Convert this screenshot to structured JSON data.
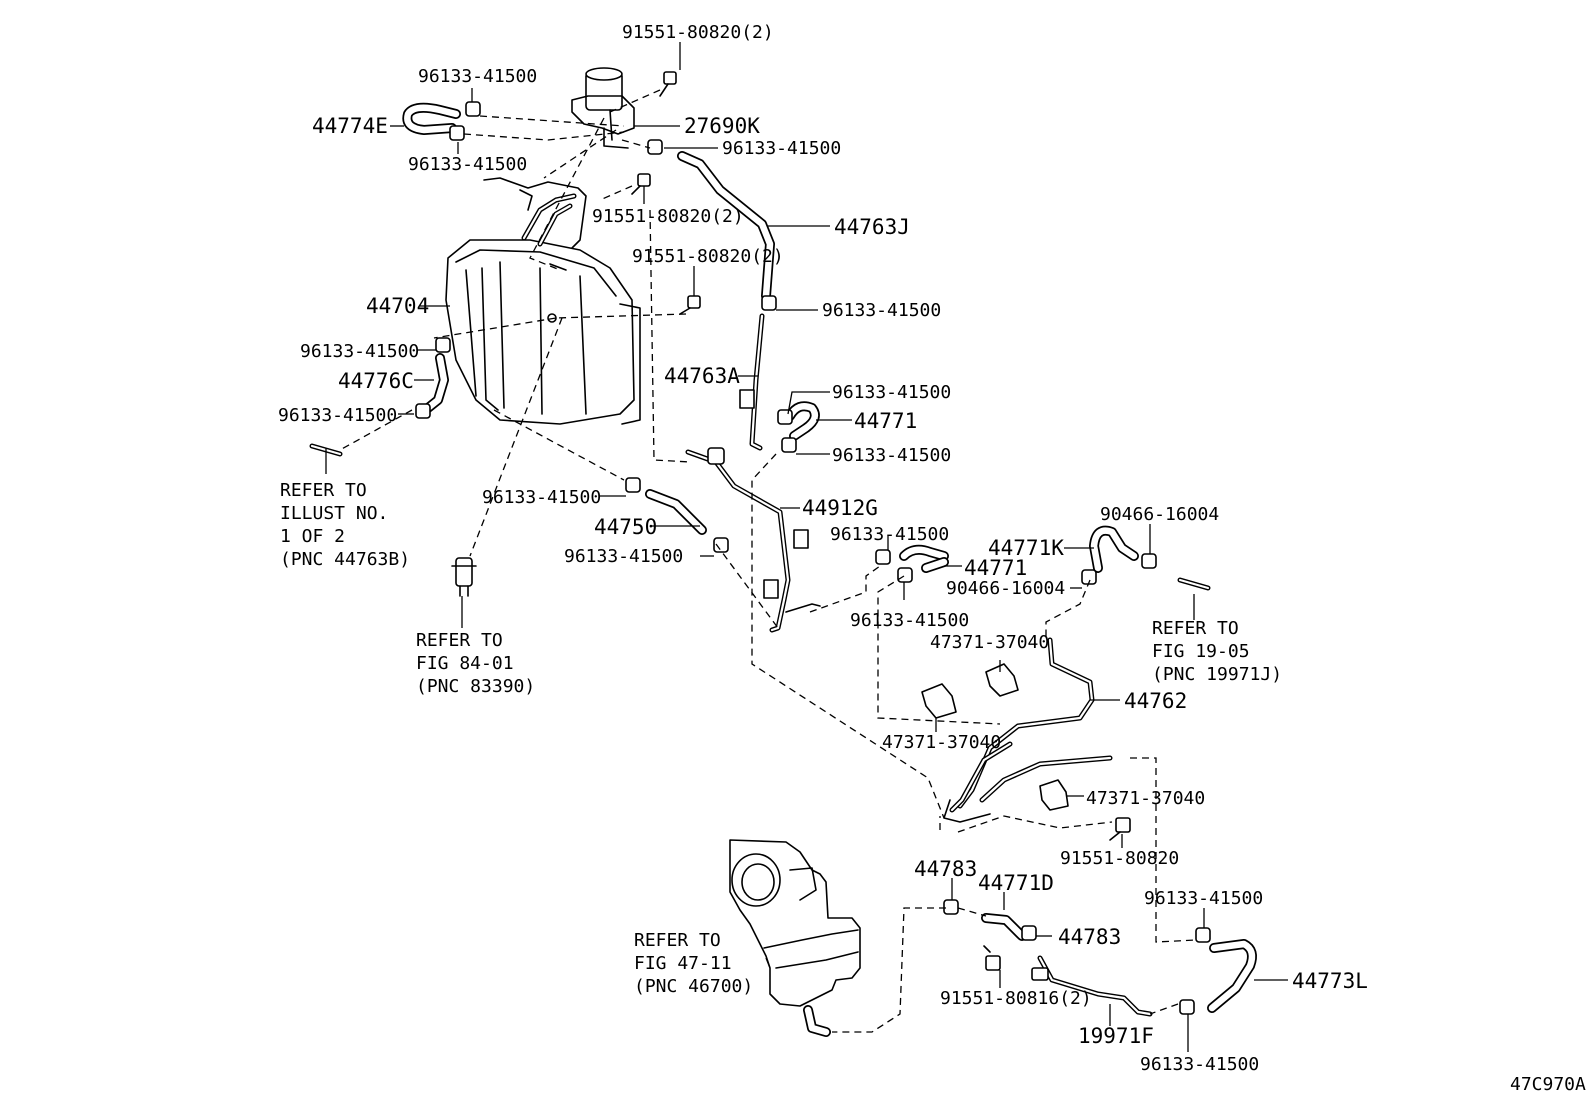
{
  "labels": {
    "l_9155180820_top": "91551-80820(2)",
    "l_96133_a": "96133-41500",
    "l_44774E": "44774E",
    "l_96133_b": "96133-41500",
    "l_27690K": "27690K",
    "l_96133_c": "96133-41500",
    "l_9155180820_mid": "91551-80820(2)",
    "l_44763J": "44763J",
    "l_9155180820_3": "91551-80820(2)",
    "l_44704": "44704",
    "l_96133_d": "96133-41500",
    "l_96133_e": "96133-41500",
    "l_44776C": "44776C",
    "l_96133_f": "96133-41500",
    "l_44763A": "44763A",
    "l_96133_g": "96133-41500",
    "l_44771_a": "44771",
    "l_96133_h": "96133-41500",
    "l_96133_i": "96133-41500",
    "l_44912G": "44912G",
    "l_44750": "44750",
    "l_96133_j": "96133-41500",
    "l_96133_k": "96133-41500",
    "l_44771K": "44771K",
    "l_90466_a": "90466-16004",
    "l_44771_b": "44771",
    "l_90466_b": "90466-16004",
    "l_96133_l": "96133-41500",
    "l_47371_a": "47371-37040",
    "l_44762": "44762",
    "l_47371_b": "47371-37040",
    "l_47371_c": "47371-37040",
    "l_9155180820_single": "91551-80820",
    "l_44783_a": "44783",
    "l_44771D": "44771D",
    "l_44783_b": "44783",
    "l_96133_m": "96133-41500",
    "l_44773L": "44773L",
    "l_9155180816": "91551-80816(2)",
    "l_19971F": "19971F",
    "l_96133_n": "96133-41500",
    "fig_id": "47C970A"
  },
  "refs": {
    "illust": [
      "REFER TO",
      "ILLUST NO.",
      "1 OF 2",
      "(PNC 44763B)"
    ],
    "fig8401": [
      "REFER TO",
      "FIG 84-01",
      "(PNC 83390)"
    ],
    "fig1905": [
      "REFER TO",
      "FIG 19-05",
      "(PNC 19971J)"
    ],
    "fig4711": [
      "REFER TO",
      "FIG 47-11",
      "(PNC 46700)"
    ]
  }
}
